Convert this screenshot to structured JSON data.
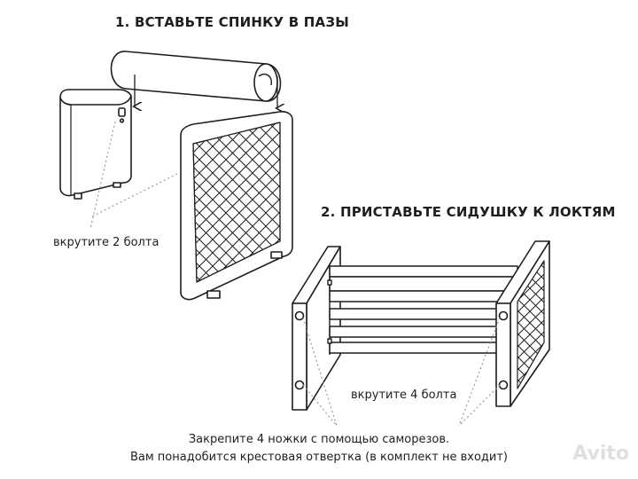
{
  "steps": [
    {
      "title": "1. ВСТАВЬТЕ СПИНКУ В ПАЗЫ"
    },
    {
      "title": "2. ПРИСТАВЬТЕ СИДУШКУ К ЛОКТЯМ"
    }
  ],
  "callouts": {
    "two_bolts": "вкрутите 2 болта",
    "four_bolts": "вкрутите 4 болта"
  },
  "notes": {
    "line1": "Закрепите 4 ножки с помощью саморезов.",
    "line2": "Вам понадобится крестовая отвертка (в комплект не входит)"
  },
  "watermark": "Avito",
  "colors": {
    "line": "#1e1e1e",
    "text": "#1e1e1e",
    "background": "#ffffff",
    "leader": "#9a9a9a"
  }
}
